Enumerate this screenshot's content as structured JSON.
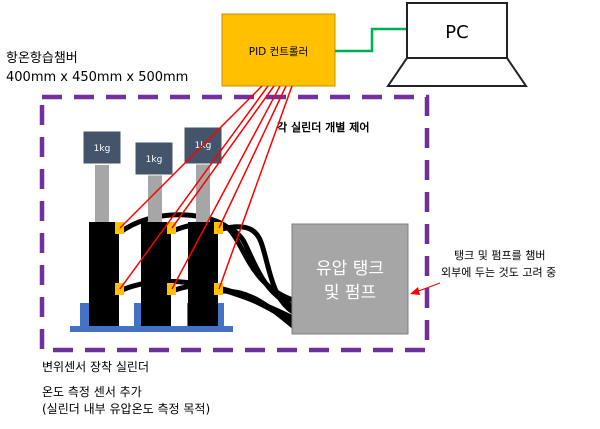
{
  "chamber": {
    "title": "항온항습챔버",
    "size": "400mm x 450mm x 500mm",
    "border_color": "#7030a0"
  },
  "pid": {
    "label": "PID 컨트롤러",
    "fill": "#ffc000"
  },
  "pc": {
    "label": "PC"
  },
  "control_note": "각 실린더 개별 제어",
  "weights": [
    {
      "label": "1kg"
    },
    {
      "label": "1kg"
    },
    {
      "label": "1kg"
    }
  ],
  "tank": {
    "line1": "유압 탱크",
    "line2": "및 펌프",
    "fill": "#a6a6a6"
  },
  "tank_note": {
    "line1": "탱크 및 펌프를 챔버",
    "line2": "외부에 두는 것도 고려 중"
  },
  "bottom_notes": {
    "line1": "변위센서 장착 실린더",
    "line2": "온도 측정 센서 추가",
    "line3": "(실린더 내부 유압온도 측정 목적)"
  },
  "colors": {
    "signal": "#ff0000",
    "network": "#00b050",
    "base": "#4472c4",
    "sensor": "#ffc000",
    "weight": "#44546a"
  }
}
